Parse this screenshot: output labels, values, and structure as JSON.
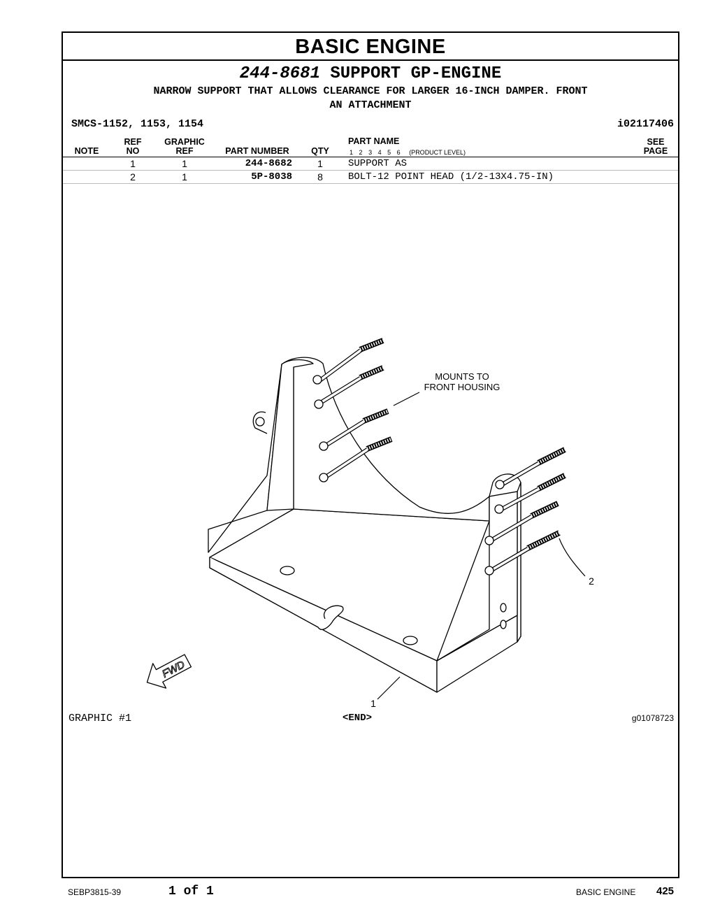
{
  "section_title": "BASIC ENGINE",
  "group": {
    "part_number": "244-8681",
    "name": "SUPPORT GP-ENGINE",
    "description_line1": "NARROW SUPPORT THAT ALLOWS CLEARANCE FOR LARGER 16-INCH DAMPER. FRONT",
    "description_line2": "AN ATTACHMENT"
  },
  "smcs": "SMCS-1152, 1153, 1154",
  "info_id": "i02117406",
  "table": {
    "headers": {
      "note": "NOTE",
      "ref_top": "REF",
      "ref_bottom": "NO",
      "graphic_top": "GRAPHIC",
      "graphic_bottom": "REF",
      "part_number": "PART NUMBER",
      "qty": "QTY",
      "part_name": "PART NAME",
      "see_top": "SEE",
      "see_bottom": "PAGE"
    },
    "levels": [
      "1",
      "2",
      "3",
      "4",
      "5",
      "6"
    ],
    "levels_label": "(PRODUCT LEVEL)",
    "rows": [
      {
        "note": "",
        "ref": "1",
        "graphic_ref": "1",
        "part_number": "244-8682",
        "qty": "1",
        "part_name": "SUPPORT AS",
        "see_page": ""
      },
      {
        "note": "",
        "ref": "2",
        "graphic_ref": "1",
        "part_number": "5P-8038",
        "qty": "8",
        "part_name": "BOLT-12 POINT HEAD (1/2-13X4.75-IN)",
        "see_page": ""
      }
    ]
  },
  "illustration": {
    "callout_mounts_line1": "MOUNTS TO",
    "callout_mounts_line2": "FRONT HOUSING",
    "callout_1": "1",
    "callout_2": "2",
    "fwd_arrow": "FWD"
  },
  "graphic_label": "GRAPHIC #1",
  "end_label": "<END>",
  "graphic_id": "g01078723",
  "footer": {
    "document": "SEBP3815-39",
    "page_of": "1 of 1",
    "section": "BASIC ENGINE",
    "page_number": "425"
  }
}
